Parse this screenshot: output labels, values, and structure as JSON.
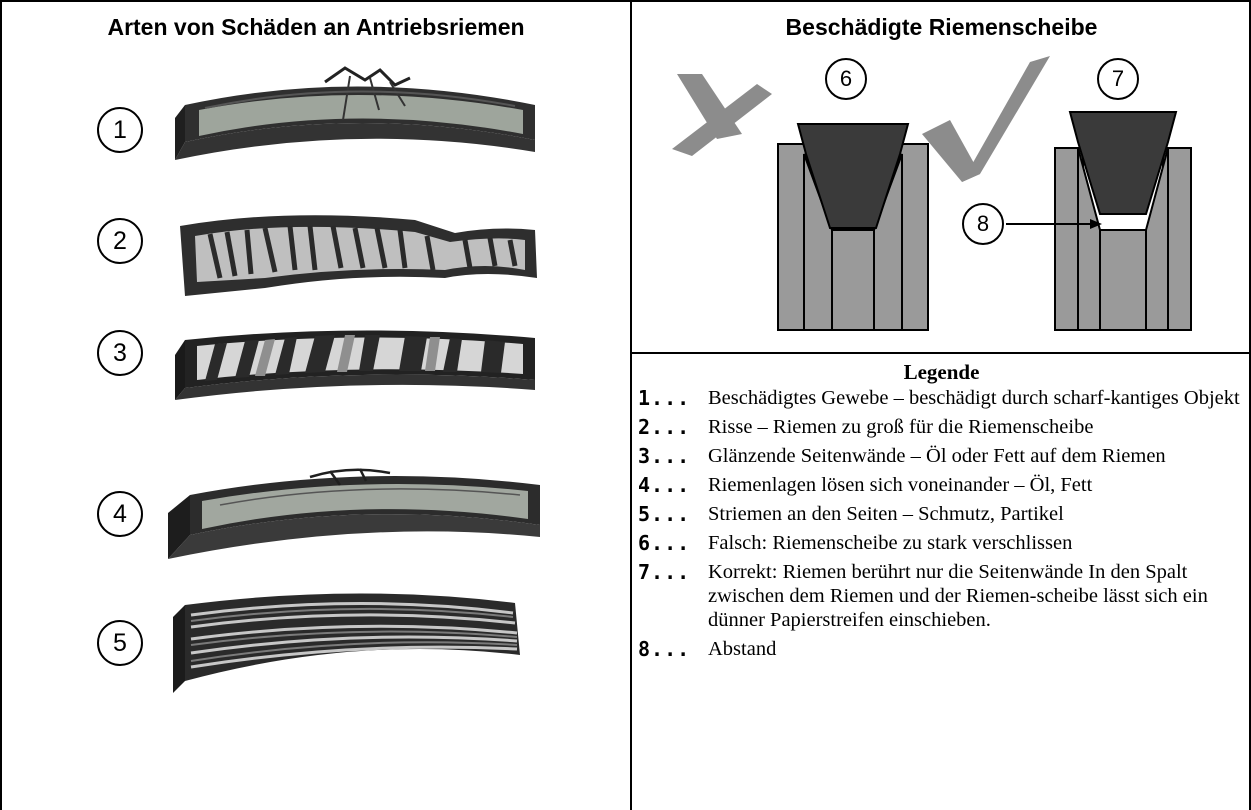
{
  "left_panel": {
    "title": "Arten von Schäden an Antriebsriemen",
    "callouts": [
      "1",
      "2",
      "3",
      "4",
      "5"
    ]
  },
  "right_panel": {
    "title": "Beschädigte Riemenscheibe",
    "callouts": {
      "wrong": "6",
      "right": "7",
      "gap": "8"
    },
    "icons": {
      "wrong": "cross-mark-icon",
      "right": "check-mark-icon"
    },
    "colors": {
      "pulley": "#9a9a9a",
      "belt": "#3a3a3a",
      "mark": "#8c8c8c"
    }
  },
  "legend": {
    "title": "Legende",
    "items": [
      {
        "key": "1...",
        "text": "Beschädigtes Gewebe – beschädigt durch scharf-kantiges Objekt"
      },
      {
        "key": "2...",
        "text": "Risse – Riemen zu groß für die Riemenscheibe"
      },
      {
        "key": "3...",
        "text": "Glänzende Seitenwände – Öl oder Fett auf dem Riemen"
      },
      {
        "key": "4...",
        "text": "Riemenlagen lösen sich voneinander – Öl, Fett"
      },
      {
        "key": "5...",
        "text": "Striemen an den Seiten – Schmutz, Partikel"
      },
      {
        "key": "6...",
        "text": "Falsch: Riemenscheibe zu stark verschlissen"
      },
      {
        "key": "7...",
        "text": "Korrekt: Riemen berührt nur die Seitenwände In den Spalt zwischen dem Riemen und der Riemen-scheibe lässt sich ein dünner Papierstreifen einschieben."
      },
      {
        "key": "8...",
        "text": "Abstand"
      }
    ]
  }
}
